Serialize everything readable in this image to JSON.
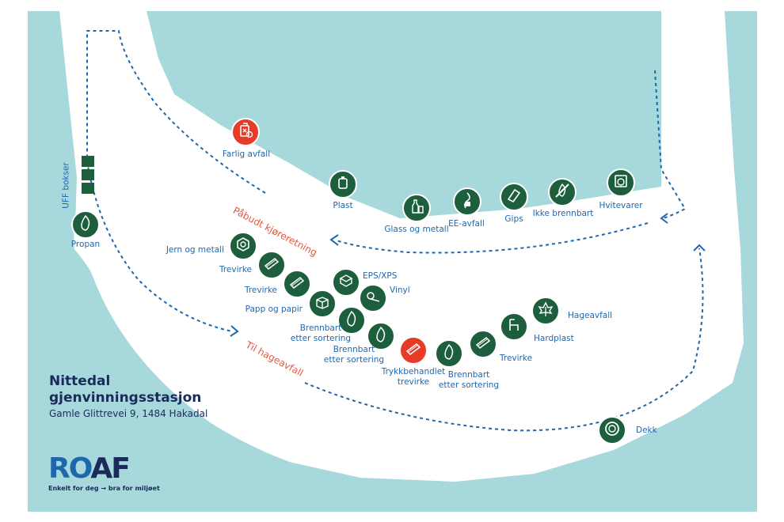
{
  "site": {
    "title_line1": "Nittedal",
    "title_line2": "gjenvinningsstasjon",
    "address": "Gamle Glittrevei 9, 1484 Hakadal"
  },
  "brand": {
    "logo_part1": "RO",
    "logo_part2": "AF",
    "tagline": "Enkelt for deg → bra for miljøet"
  },
  "colors": {
    "water": "#a6d8dc",
    "road": "#ffffff",
    "station": "#1d5e3c",
    "hazard": "#e63b28",
    "label": "#1f67ad",
    "direction_text": "#e8533a",
    "title": "#1a2b5a"
  },
  "directions": {
    "mandatory": "Påbudt kjøreretning",
    "garden": "Til hageavfall"
  },
  "ufff_label": "UFF bokser",
  "stations": {
    "farlig_avfall": {
      "label": "Farlig avfall",
      "icon": "hazard-canister-icon"
    },
    "plast": {
      "label": "Plast",
      "icon": "plastic-container-icon"
    },
    "glass_metall": {
      "label": "Glass og metall",
      "icon": "bottle-can-icon"
    },
    "ee_avfall": {
      "label": "EE-avfall",
      "icon": "plug-icon"
    },
    "gips": {
      "label": "Gips",
      "icon": "plasterboard-icon"
    },
    "ikke_brennbart": {
      "label": "Ikke brennbart",
      "icon": "no-fire-icon"
    },
    "hvitevarer": {
      "label": "Hvitevarer",
      "icon": "appliance-icon"
    },
    "propan": {
      "label": "Propan",
      "icon": "flame-icon"
    },
    "jern_metall": {
      "label": "Jern og metall",
      "icon": "nut-icon"
    },
    "trevirke_1": {
      "label": "Trevirke",
      "icon": "wood-plank-icon"
    },
    "trevirke_2": {
      "label": "Trevirke",
      "icon": "wood-plank-icon"
    },
    "papp_papir": {
      "label": "Papp og papir",
      "icon": "cardboard-box-icon"
    },
    "eps_xps": {
      "label": "EPS/XPS",
      "icon": "styrofoam-icon"
    },
    "vinyl": {
      "label": "Vinyl",
      "icon": "vinyl-roll-icon"
    },
    "brennbart_1": {
      "label1": "Brennbart",
      "label2": "etter sortering",
      "icon": "flame-icon"
    },
    "brennbart_2": {
      "label1": "Brennbart",
      "label2": "etter sortering",
      "icon": "flame-icon"
    },
    "trykkbehandlet": {
      "label1": "Trykkbehandlet",
      "label2": "trevirke",
      "icon": "treated-wood-icon"
    },
    "brennbart_3": {
      "label1": "Brennbart",
      "label2": "etter sortering",
      "icon": "flame-icon"
    },
    "trevirke_3": {
      "label": "Trevirke",
      "icon": "wood-plank-icon"
    },
    "hardplast": {
      "label": "Hardplast",
      "icon": "garden-chair-icon"
    },
    "hageavfall": {
      "label": "Hageavfall",
      "icon": "leaf-icon"
    },
    "dekk": {
      "label": "Dekk",
      "icon": "tire-icon"
    }
  }
}
